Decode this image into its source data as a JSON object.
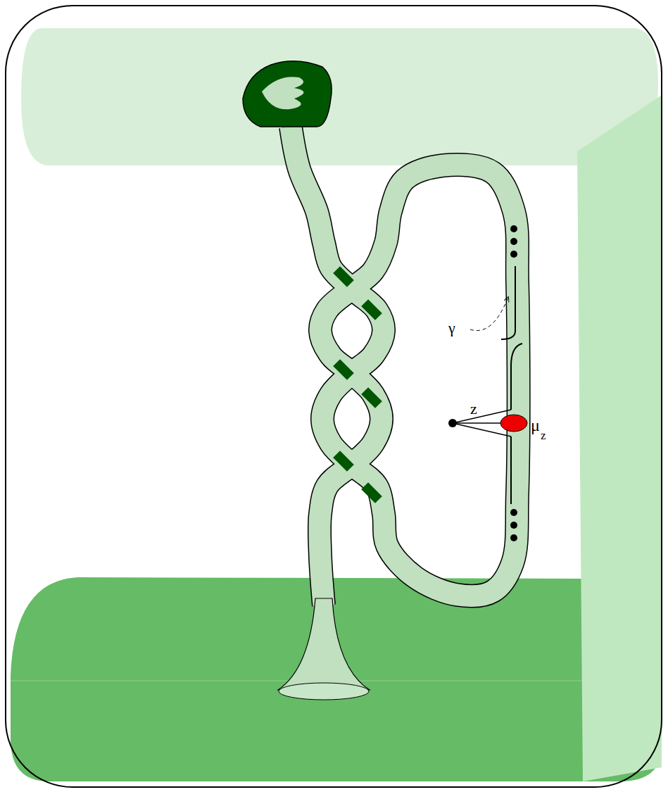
{
  "diagram": {
    "labels": [
      "γ",
      "z",
      "μ",
      "z"
    ]
  }
}
